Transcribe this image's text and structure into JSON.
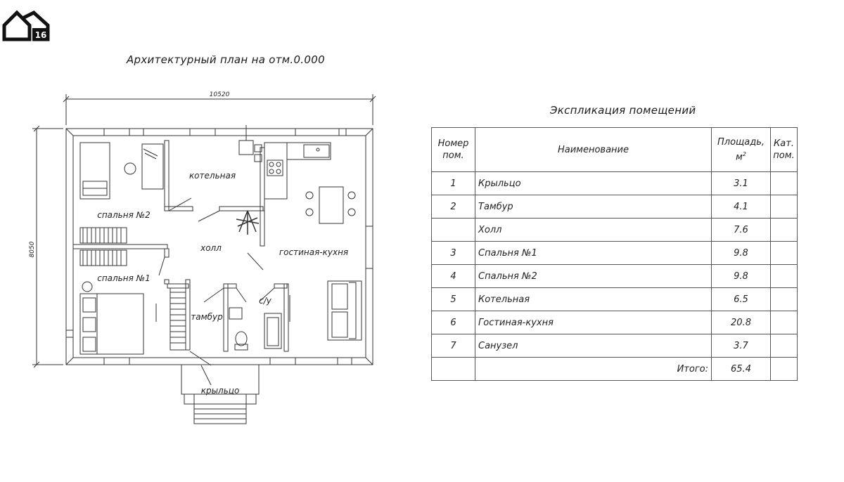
{
  "logo": {
    "badge": "16"
  },
  "plan": {
    "title": "Архитектурный план на отм.0.000",
    "dim_width": "10520",
    "dim_height": "8050",
    "rooms": {
      "bedroom2": "спальня №2",
      "bedroom1": "спальня №1",
      "boiler": "котельная",
      "hall": "холл",
      "living": "гостиная-кухня",
      "vestibule": "тамбур",
      "bathroom": "с/у",
      "porch": "крыльцо"
    }
  },
  "explication": {
    "title": "Экспликация помещений",
    "headers": {
      "num_line1": "Номер",
      "num_line2": "пом.",
      "name": "Наименование",
      "area_line1": "Площадь,",
      "area_unit": "м",
      "area_sup": "2",
      "cat_line1": "Кат.",
      "cat_line2": "пом."
    },
    "rows": [
      {
        "num": "1",
        "name": "Крыльцо",
        "area": "3.1",
        "cat": ""
      },
      {
        "num": "2",
        "name": "Тамбур",
        "area": "4.1",
        "cat": ""
      },
      {
        "num": "",
        "name": "Холл",
        "area": "7.6",
        "cat": ""
      },
      {
        "num": "3",
        "name": "Спальня №1",
        "area": "9.8",
        "cat": ""
      },
      {
        "num": "4",
        "name": "Спальня №2",
        "area": "9.8",
        "cat": ""
      },
      {
        "num": "5",
        "name": "Котельная",
        "area": "6.5",
        "cat": ""
      },
      {
        "num": "6",
        "name": "Гостиная-кухня",
        "area": "20.8",
        "cat": ""
      },
      {
        "num": "7",
        "name": "Санузел",
        "area": "3.7",
        "cat": ""
      }
    ],
    "total_label": "Итого:",
    "total_area": "65.4"
  }
}
